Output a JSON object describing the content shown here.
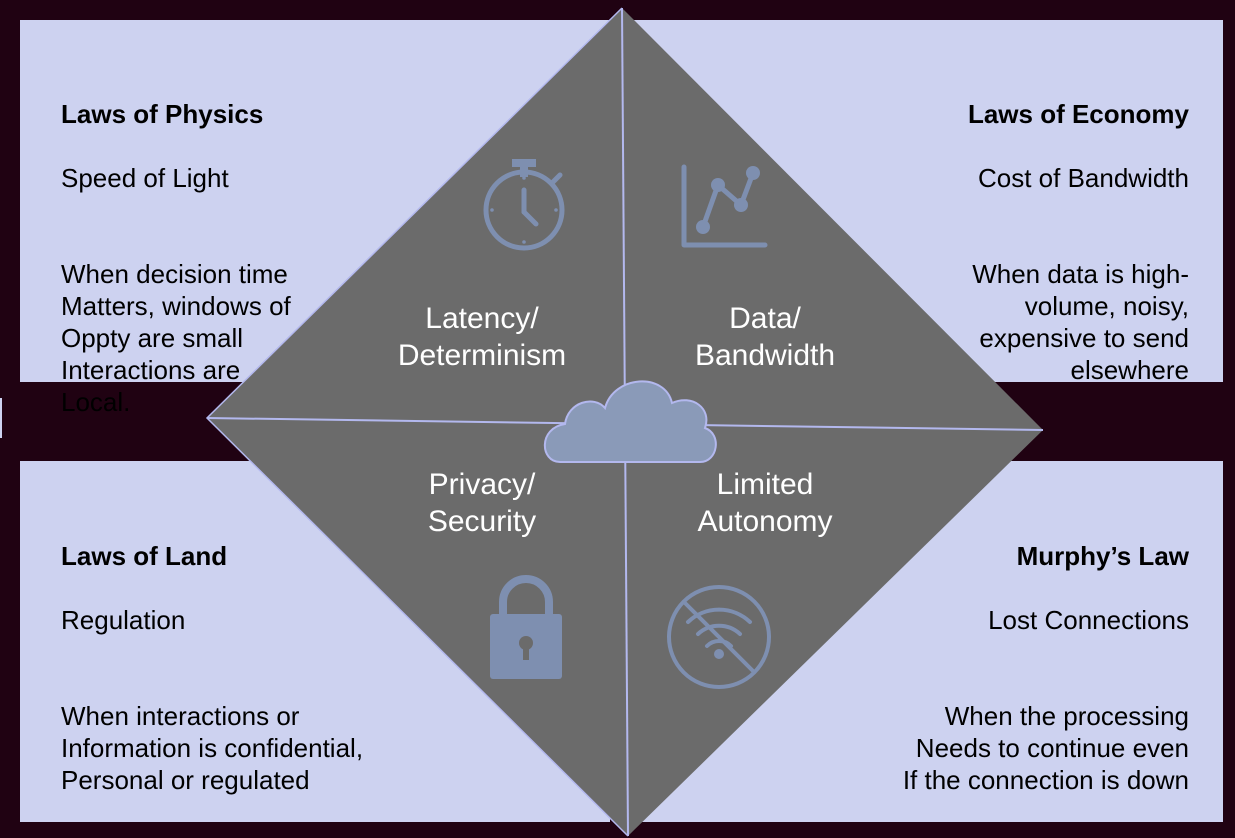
{
  "quadrants": {
    "physics": {
      "heading": "Laws of Physics",
      "subheading": "Speed of Light",
      "body": "When decision time\nMatters, windows of\nOppty are small\nInteractions are\nLocal."
    },
    "economy": {
      "heading": "Laws of Economy",
      "subheading": "Cost of Bandwidth",
      "body": "When data is high-\nvolume, noisy,\nexpensive to send\nelsewhere"
    },
    "land": {
      "heading": "Laws of Land",
      "subheading": "Regulation",
      "body": "When interactions or\nInformation is confidential,\nPersonal or regulated"
    },
    "murphy": {
      "heading": "Murphy’s Law",
      "subheading": "Lost Connections",
      "body": "When the processing\nNeeds to continue even\nIf the connection is down"
    }
  },
  "center_labels": {
    "latency": "Latency/\nDeterminism",
    "data": "Data/\nBandwidth",
    "privacy": "Privacy/\nSecurity",
    "autonomy": "Limited\nAutonomy"
  },
  "icons": {
    "latency": "stopwatch-icon",
    "data": "line-chart-icon",
    "privacy": "padlock-icon",
    "autonomy": "no-wifi-icon",
    "center": "cloud-icon"
  },
  "colors": {
    "background": "#200212",
    "panel": "#cdd2f0",
    "diamond": "#6b6b6b",
    "divider": "#b3b8ee",
    "icon": "#7e8fb0",
    "cloud": "#8a9ab8",
    "label_text": "#ffffff",
    "corner_text": "#000000"
  }
}
